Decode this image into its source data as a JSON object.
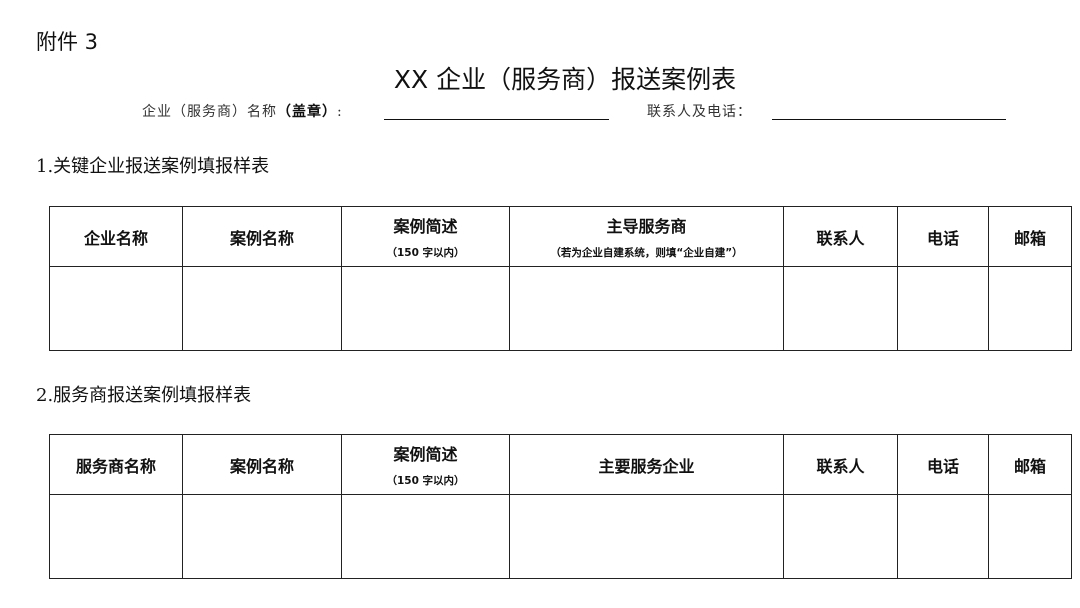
{
  "attachment_label": "附件 3",
  "title": "XX 企业（服务商）报送案例表",
  "subline": {
    "name_label_prefix": "企业（服务商）名称",
    "name_label_bold": "（盖章）",
    "name_label_colon": ":",
    "contact_label": "联系人及电话："
  },
  "section1": {
    "heading": "1.关键企业报送案例填报样表",
    "headers": [
      "企业名称",
      "案例名称",
      "案例简述",
      "主导服务商",
      "联系人",
      "电话",
      "邮箱"
    ],
    "header_notes": {
      "case_desc": "（150 字以内）",
      "provider": "（若为企业自建系统，则填“企业自建”）"
    }
  },
  "section2": {
    "heading": "2.服务商报送案例填报样表",
    "headers": [
      "服务商名称",
      "案例名称",
      "案例简述",
      "主要服务企业",
      "联系人",
      "电话",
      "邮箱"
    ],
    "header_notes": {
      "case_desc": "（150 字以内）"
    }
  }
}
